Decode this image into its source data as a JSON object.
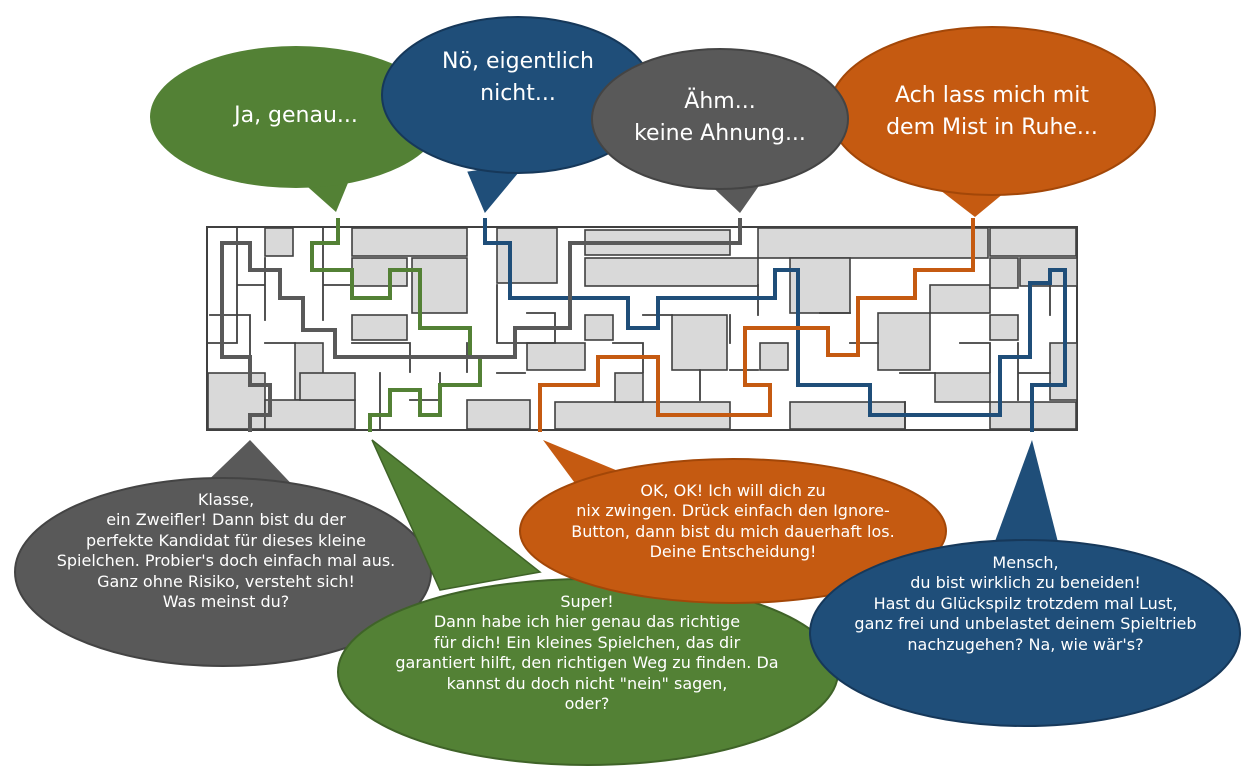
{
  "colors": {
    "green": "#538135",
    "blue": "#1f4e79",
    "gray": "#595959",
    "orange": "#c55a11",
    "maze_fill": "#d9d9d9",
    "maze_wall": "#404040"
  },
  "top_bubbles": [
    {
      "id": "green",
      "lines": [
        "Ja, genau..."
      ]
    },
    {
      "id": "blue",
      "lines": [
        "Nö, eigentlich",
        "nicht..."
      ]
    },
    {
      "id": "gray",
      "lines": [
        "Ähm...",
        "keine Ahnung..."
      ]
    },
    {
      "id": "orange",
      "lines": [
        "Ach lass mich mit",
        "dem Mist in Ruhe..."
      ]
    }
  ],
  "bottom_bubbles": [
    {
      "id": "gray",
      "lines": [
        "Klasse,",
        "ein Zweifler! Dann bist du der",
        "perfekte Kandidat für dieses kleine",
        "Spielchen. Probier's doch einfach mal aus.",
        "Ganz ohne Risiko, versteht sich!",
        "Was meinst du?"
      ]
    },
    {
      "id": "green",
      "lines": [
        "Super!",
        "Dann habe ich hier genau das richtige",
        "für dich! Ein kleines Spielchen, das dir",
        "garantiert hilft, den richtigen Weg zu finden. Da",
        "kannst du doch nicht \"nein\" sagen,",
        "oder?"
      ]
    },
    {
      "id": "orange",
      "lines": [
        "OK, OK! Ich will dich zu",
        "nix zwingen. Drück einfach den Ignore-",
        "Button, dann bist du mich dauerhaft los.",
        "Deine Entscheidung!"
      ]
    },
    {
      "id": "blue",
      "lines": [
        "Mensch,",
        "du bist wirklich zu beneiden!",
        "Hast du Glückspilz trotzdem mal Lust,",
        "ganz frei und unbelastet deinem Spieltrieb",
        "nachzugehen? Na, wie wär's?"
      ]
    }
  ]
}
